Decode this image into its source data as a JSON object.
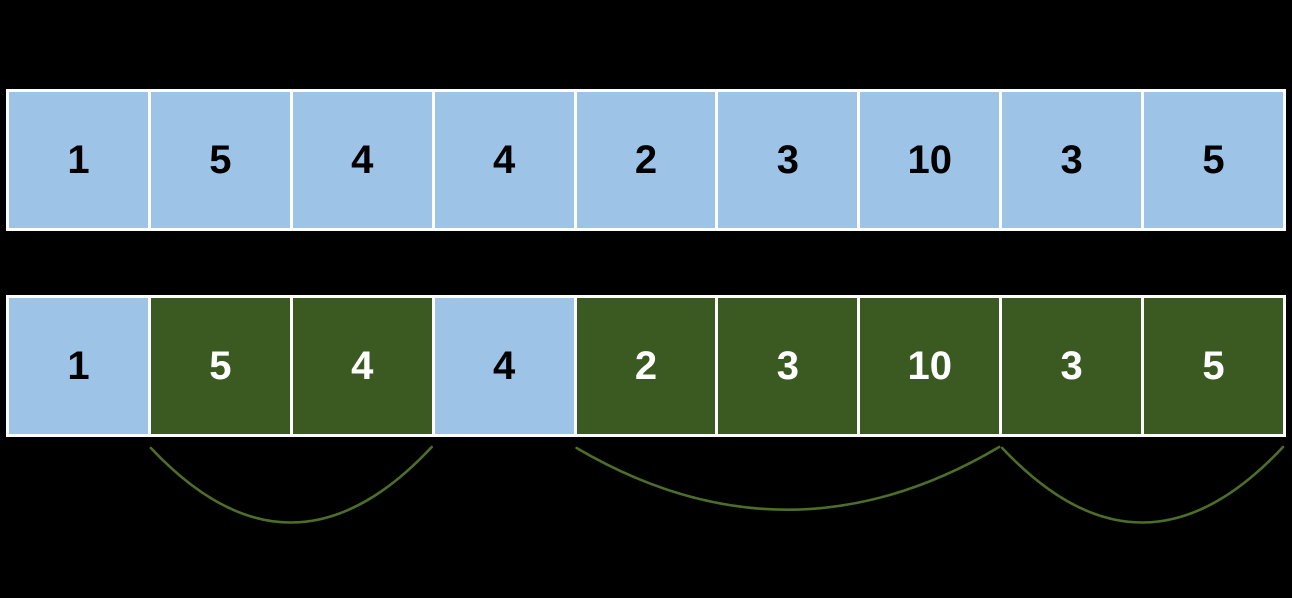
{
  "canvas": {
    "background": "#000000"
  },
  "colors": {
    "cell_blue": "#9DC3E6",
    "cell_green": "#3A5A22",
    "cell_border": "#FFFFFF",
    "arc_stroke": "#4C6E29",
    "text_on_blue": "#000000",
    "text_on_green": "#FFFFFF"
  },
  "top_array": {
    "cells": [
      {
        "value": "1",
        "color": "blue"
      },
      {
        "value": "5",
        "color": "blue"
      },
      {
        "value": "4",
        "color": "blue"
      },
      {
        "value": "4",
        "color": "blue"
      },
      {
        "value": "2",
        "color": "blue"
      },
      {
        "value": "3",
        "color": "blue"
      },
      {
        "value": "10",
        "color": "blue"
      },
      {
        "value": "3",
        "color": "blue"
      },
      {
        "value": "5",
        "color": "blue"
      }
    ]
  },
  "bottom_array": {
    "cells": [
      {
        "value": "1",
        "color": "blue"
      },
      {
        "value": "5",
        "color": "green"
      },
      {
        "value": "4",
        "color": "green"
      },
      {
        "value": "4",
        "color": "blue"
      },
      {
        "value": "2",
        "color": "green"
      },
      {
        "value": "3",
        "color": "green"
      },
      {
        "value": "10",
        "color": "green"
      },
      {
        "value": "3",
        "color": "green"
      },
      {
        "value": "5",
        "color": "green"
      }
    ]
  },
  "arcs": [
    {
      "from_cell": 1,
      "to_cell": 2,
      "cells_grouped": [
        "5",
        "4"
      ]
    },
    {
      "from_cell": 4,
      "to_cell": 6,
      "cells_grouped": [
        "2",
        "3",
        "10"
      ]
    },
    {
      "from_cell": 7,
      "to_cell": 8,
      "cells_grouped": [
        "3",
        "5"
      ]
    }
  ]
}
